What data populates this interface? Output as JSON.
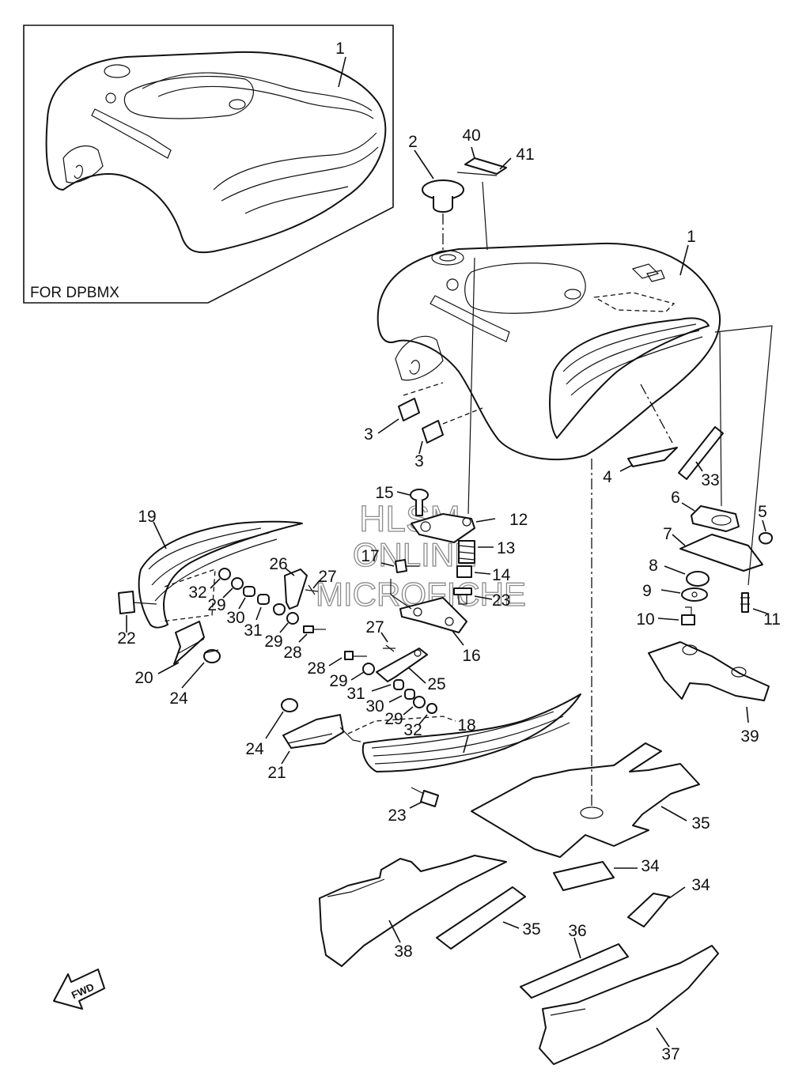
{
  "inset": {
    "caption": "FOR DPBMX",
    "part_label": "1"
  },
  "callouts": [
    "1",
    "2",
    "3",
    "3",
    "4",
    "5",
    "6",
    "7",
    "8",
    "9",
    "10",
    "11",
    "12",
    "13",
    "14",
    "15",
    "16",
    "17",
    "18",
    "19",
    "20",
    "21",
    "22",
    "23",
    "23",
    "24",
    "24",
    "25",
    "26",
    "27",
    "27",
    "28",
    "28",
    "29",
    "29",
    "29",
    "30",
    "30",
    "31",
    "31",
    "32",
    "32",
    "33",
    "34",
    "34",
    "35",
    "35",
    "36",
    "37",
    "38",
    "39",
    "40",
    "41"
  ],
  "watermark": {
    "line1": "HLSM",
    "line2": "ONLINE",
    "line3": "MICROFICHE"
  },
  "fwd_arrow": {
    "label": "FWD"
  }
}
